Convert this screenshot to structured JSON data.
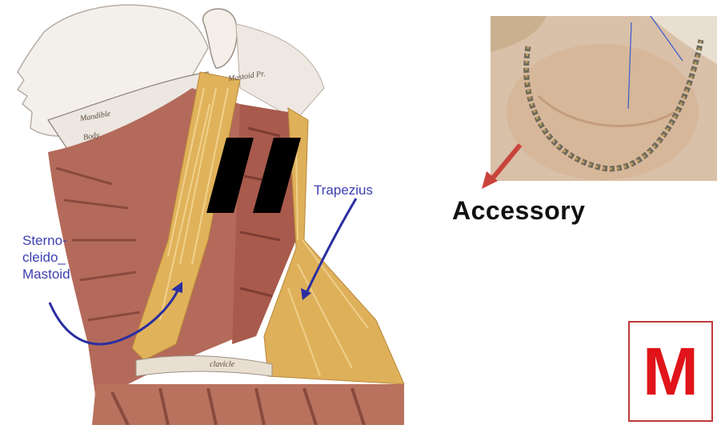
{
  "anatomy": {
    "labels": {
      "sternocleidomastoid": [
        "Sterno-",
        "cleido_",
        "Mastoid"
      ],
      "trapezius": "Trapezius",
      "mandible": "Mandible",
      "body": "Body",
      "mastoid_process": "Mastoid Pr.",
      "clavicle": "clavicle"
    },
    "overlay_mark": "II"
  },
  "photo": {
    "caption": "Accessory"
  },
  "corner_badge": {
    "letter": "M",
    "color": "#e0141a"
  }
}
